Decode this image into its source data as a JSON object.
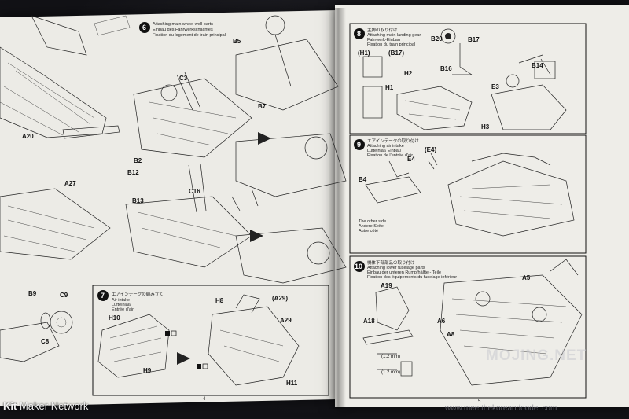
{
  "watermarks": {
    "brand_kit": "Kit",
    "brand_rest": "Maker Network",
    "site_logo": "MOJING.NET",
    "site_url": "www.meetthekoreandoodel.com"
  },
  "page_numbers": {
    "left": "4",
    "right": "5"
  },
  "steps": {
    "s6": {
      "num": "6",
      "en": "Attaching main wheel well parts",
      "de": "Einbau des Fahrwerkschachtes",
      "fr": "Fixation du logement de train principal"
    },
    "s7": {
      "num": "7",
      "jp": "エアインテークの組み立て",
      "en": "Air intake",
      "de": "Lufteinlaß",
      "fr": "Entrée d'air"
    },
    "s8": {
      "num": "8",
      "jp": "主脚の取り付け",
      "en": "Attaching main landing gear",
      "de": "Fahrwerk-Einbau",
      "fr": "Fixation du train principal"
    },
    "s9": {
      "num": "9",
      "jp": "エアインテークの取り付け",
      "en": "Attaching air intake",
      "de": "Lufteinlaß Einbau",
      "fr": "Fixation de l'entrée d'air"
    },
    "s10": {
      "num": "10",
      "jp": "機体下部部品の取り付け",
      "en": "Attaching lower fuselage parts",
      "de": "Einbau der unteren Rumpfhälfte - Teile",
      "fr": "Fixation des équipements du fuselage inférieur"
    }
  },
  "callouts": {
    "left": [
      "A20",
      "A27",
      "B9",
      "C9",
      "C8",
      "B5",
      "C3",
      "C16",
      "B2",
      "B12",
      "B13",
      "B7",
      "H8",
      "H10",
      "H9",
      "H11",
      "A29",
      "(A29)"
    ],
    "right": [
      "B20",
      "B17",
      "B16",
      "B14",
      "E3",
      "H1",
      "H2",
      "H3",
      "(H1)",
      "(B17)",
      "E4",
      "B4",
      "(E4)",
      "A19",
      "A18",
      "A6",
      "A5",
      "A8",
      "(1.2 mm)",
      "(1.2 mm)"
    ],
    "other_side_en": "The other side",
    "other_side_de": "Andere Seite",
    "other_side_fr": "Autre côté"
  }
}
